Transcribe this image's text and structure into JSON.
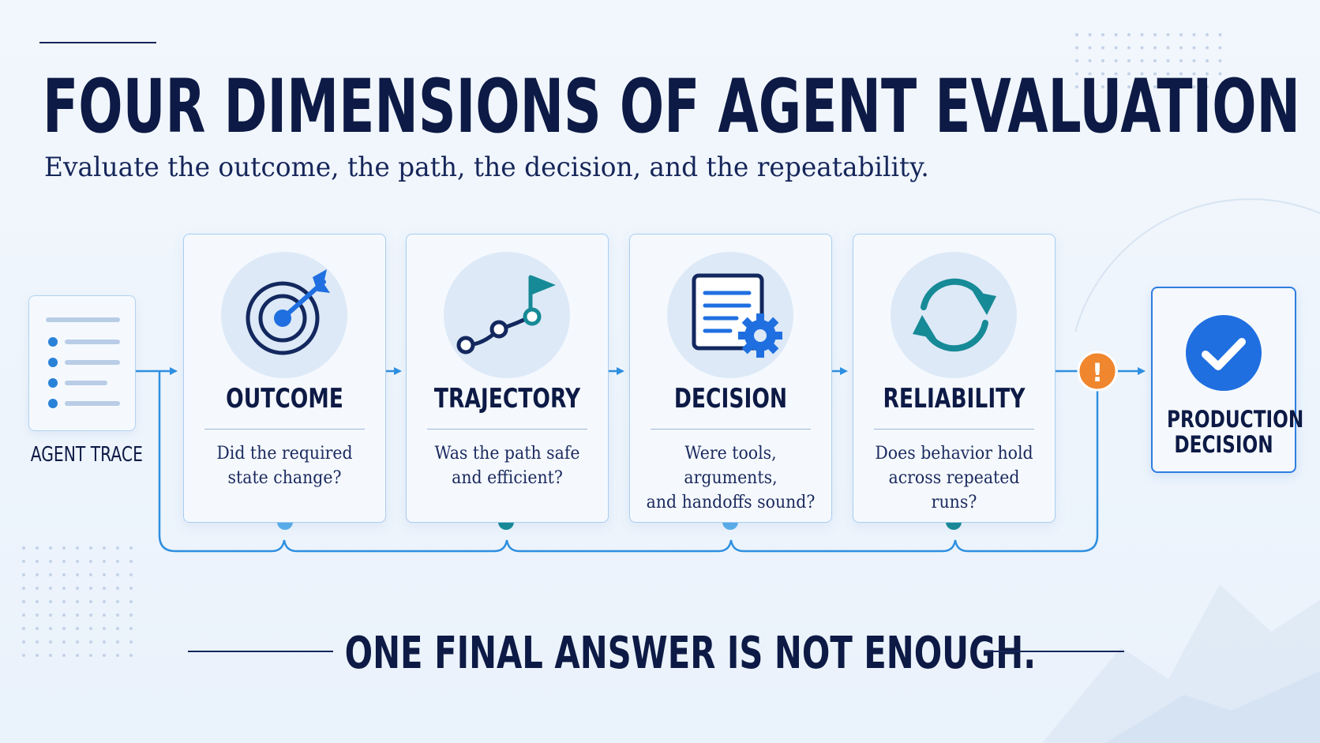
{
  "title": "FOUR DIMENSIONS OF AGENT EVALUATION",
  "subtitle": "Evaluate the outcome, the path, the decision, and the repeatability.",
  "trace": {
    "label": "AGENT TRACE"
  },
  "dimensions": [
    {
      "title": "OUTCOME",
      "question": "Did the required\nstate change?",
      "icon": "target-icon",
      "marker_color": "#5aaeea"
    },
    {
      "title": "TRAJECTORY",
      "question": "Was the path safe\nand efficient?",
      "icon": "path-flag-icon",
      "marker_color": "#168a96"
    },
    {
      "title": "DECISION",
      "question": "Were tools, arguments,\nand handoffs sound?",
      "icon": "document-gear-icon",
      "marker_color": "#5aaeea"
    },
    {
      "title": "RELIABILITY",
      "question": "Does behavior hold\nacross repeated runs?",
      "icon": "cycle-arrows-icon",
      "marker_color": "#168a96"
    }
  ],
  "warning": {
    "icon": "warning-icon",
    "symbol": "!",
    "color": "#f0862e"
  },
  "production": {
    "label": "PRODUCTION\nDECISION",
    "icon": "check-circle-icon",
    "color": "#1f6fe0"
  },
  "tagline": "ONE FINAL ANSWER IS NOT ENOUGH.",
  "colors": {
    "navy": "#0d1a45",
    "accent_blue": "#1f6fe0",
    "teal": "#168a96",
    "connector": "#2e8fe0"
  }
}
